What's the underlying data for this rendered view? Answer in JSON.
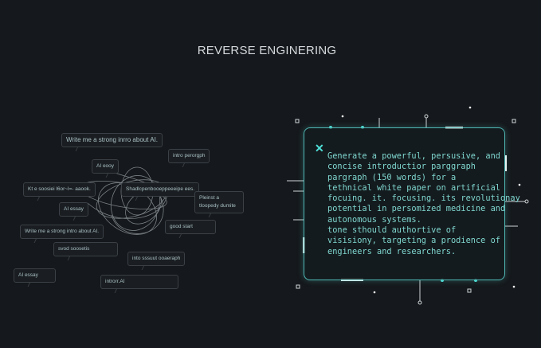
{
  "title": "REVERSE ENGINERING",
  "bubbles": [
    "Write me a strong inrro about AI.",
    "intro perorgph",
    "AI eooy",
    "Kt e soosiei l6or~l=- aaook.",
    "Shadlcpenbooeppeeeipe ees.",
    "Pleinst a tloopedy dumite",
    "AI essay",
    "Write me a strong intro about AI.",
    "good start",
    "svod soosetis",
    "into sssuut ooaeraph",
    "AI essay",
    "introrr.AI"
  ],
  "prompt": {
    "icon": "close-x-icon",
    "text": "Generate a powerful, persusive, and\nconcise introductior parggraph\npargraph (150 words) for a\ntethnical white paper on artificial\nfocuing. it. focusing. its revolutionay\npotential in persomized medicine and\nautonomous systems.\ntone sthould authortive of\nvisisiony, targeting a prodience of\nengineers and researchers."
  },
  "colors": {
    "background": "#15181c",
    "accent": "#4fb7b4",
    "prompt_text": "#7fd6cf"
  }
}
